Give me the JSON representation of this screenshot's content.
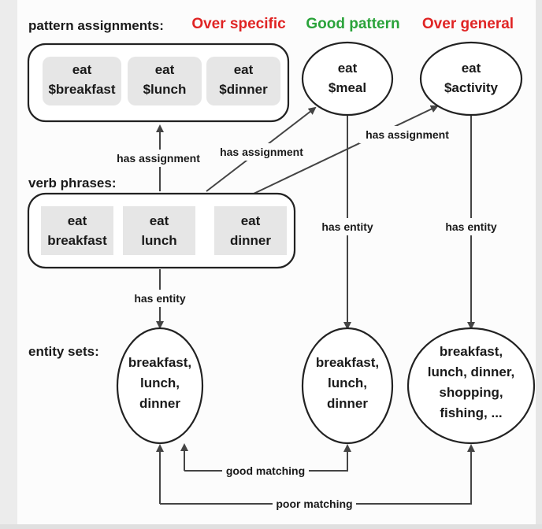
{
  "section_labels": {
    "pattern_assignments": "pattern assignments:",
    "verb_phrases": "verb phrases:",
    "entity_sets": "entity sets:"
  },
  "headers": {
    "over_specific": "Over specific",
    "good_pattern": "Good pattern",
    "over_general": "Over general"
  },
  "colors": {
    "over_specific": "#e02424",
    "good_pattern": "#2aa33a",
    "over_general": "#e02424"
  },
  "pattern_assignments": [
    {
      "line1": "eat",
      "line2": "$breakfast"
    },
    {
      "line1": "eat",
      "line2": "$lunch"
    },
    {
      "line1": "eat",
      "line2": "$dinner"
    }
  ],
  "good_pattern_node": {
    "line1": "eat",
    "line2": "$meal"
  },
  "over_general_node": {
    "line1": "eat",
    "line2": "$activity"
  },
  "verb_phrases": [
    {
      "line1": "eat",
      "line2": "breakfast"
    },
    {
      "line1": "eat",
      "line2": "lunch"
    },
    {
      "line1": "eat",
      "line2": "dinner"
    }
  ],
  "entity_sets": {
    "specific": [
      "breakfast,",
      "lunch,",
      "dinner"
    ],
    "meal": [
      "breakfast,",
      "lunch,",
      "dinner"
    ],
    "activity": [
      "breakfast,",
      "lunch, dinner,",
      "shopping,",
      "fishing, ..."
    ]
  },
  "edge_labels": {
    "has_assignment": "has assignment",
    "has_entity": "has entity",
    "good_matching": "good matching",
    "poor_matching": "poor matching"
  }
}
